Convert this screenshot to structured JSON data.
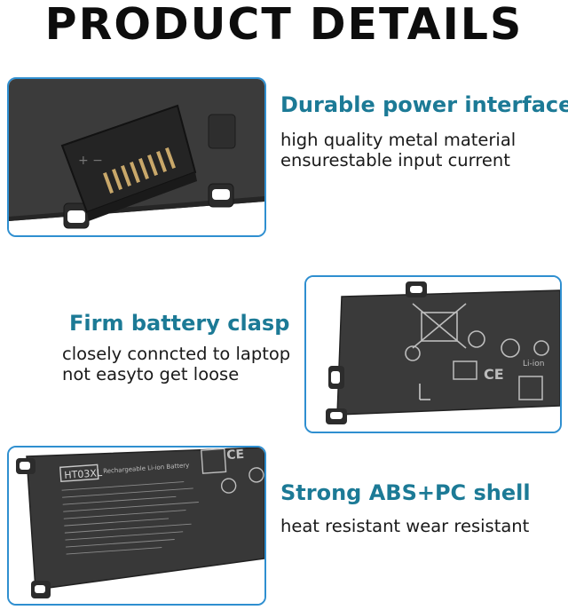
{
  "page": {
    "title": "PRODUCT DETAILS"
  },
  "colors": {
    "frame_border": "#2f8fd0",
    "heading": "#1c7a96",
    "battery_body": "#3a3a3a"
  },
  "sections": [
    {
      "heading": "Durable power interface",
      "lines": [
        "high quality metal material",
        "ensurestable input current"
      ]
    },
    {
      "heading": "Firm battery clasp",
      "lines": [
        "closely conncted to laptop",
        "not easyto get loose"
      ]
    },
    {
      "heading": "Strong ABS+PC shell",
      "lines": [
        "heat resistant wear resistant"
      ]
    }
  ],
  "battery_label": {
    "model": "HT03XL",
    "subtitle": "Rechargeable Li-ion Battery",
    "li_ion": "Li-ion"
  }
}
